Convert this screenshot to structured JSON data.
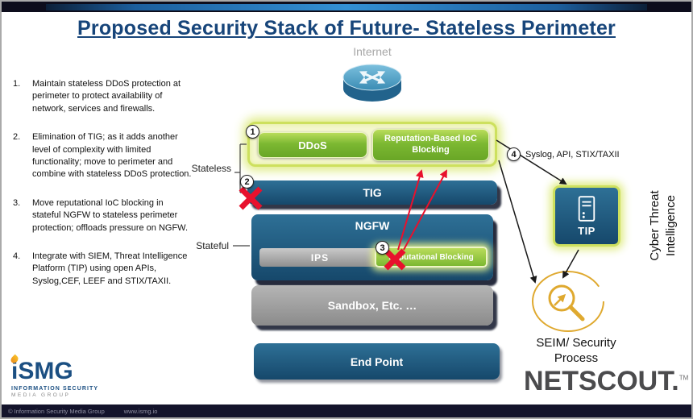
{
  "title": "Proposed Security Stack of Future- Stateless Perimeter",
  "notes": [
    {
      "num": "1.",
      "text": "Maintain stateless DDoS protection at perimeter to protect availability of network, services and firewalls."
    },
    {
      "num": "2.",
      "text": "Elimination of TIG; as it adds another level of complexity with limited functionality; move to perimeter and combine with stateless DDoS protection."
    },
    {
      "num": "3.",
      "text": "Move reputational IoC blocking in stateful NGFW to stateless perimeter protection; offloads pressure on NGFW."
    },
    {
      "num": "4.",
      "text": "Integrate with SIEM, Threat Intelligence Platform (TIP) using open APIs, Syslog,CEF, LEEF and STIX/TAXII."
    }
  ],
  "diagram": {
    "internet_label": "Internet",
    "stateless_label": "Stateless",
    "stateful_label": "Stateful",
    "ddos_label": "DDoS",
    "ioc_label": "Reputation-Based IoC Blocking",
    "tig_label": "TIG",
    "ngfw_label": "NGFW",
    "ips_label": "IPS",
    "rep_blocking_label": "Reputational Blocking",
    "sandbox_label": "Sandbox, Etc. …",
    "endpoint_label": "End Point",
    "badge_1": "1",
    "badge_2": "2",
    "badge_3": "3",
    "badge_4": "4",
    "syslog_label": "Syslog, API, STIX/TAXII",
    "tip_label": "TIP",
    "cti_line1": "Cyber Threat",
    "cti_line2": "Intelligence",
    "seim_label": "SEIM/ Security Process"
  },
  "branding": {
    "netscout_wordmark": "NETSCOUT.",
    "netscout_tm": "TM",
    "ismg_i": "i",
    "ismg_rest": "SMG",
    "ismg_sub1": "INFORMATION SECURITY",
    "ismg_sub2": "MEDIA GROUP"
  },
  "footer": {
    "copyright": "© Information Security Media Group",
    "url": "www.ismg.io"
  },
  "colors": {
    "title_blue": "#17457a",
    "box_blue_top": "#2e7096",
    "box_blue_bottom": "#16486b",
    "green_top": "#b9dc5a",
    "green_bottom": "#69a626",
    "glow_yellow": "#dfeb82",
    "gold": "#dfa92f",
    "alert_red": "#e8112d",
    "gray_box": "#9a9a9a"
  }
}
